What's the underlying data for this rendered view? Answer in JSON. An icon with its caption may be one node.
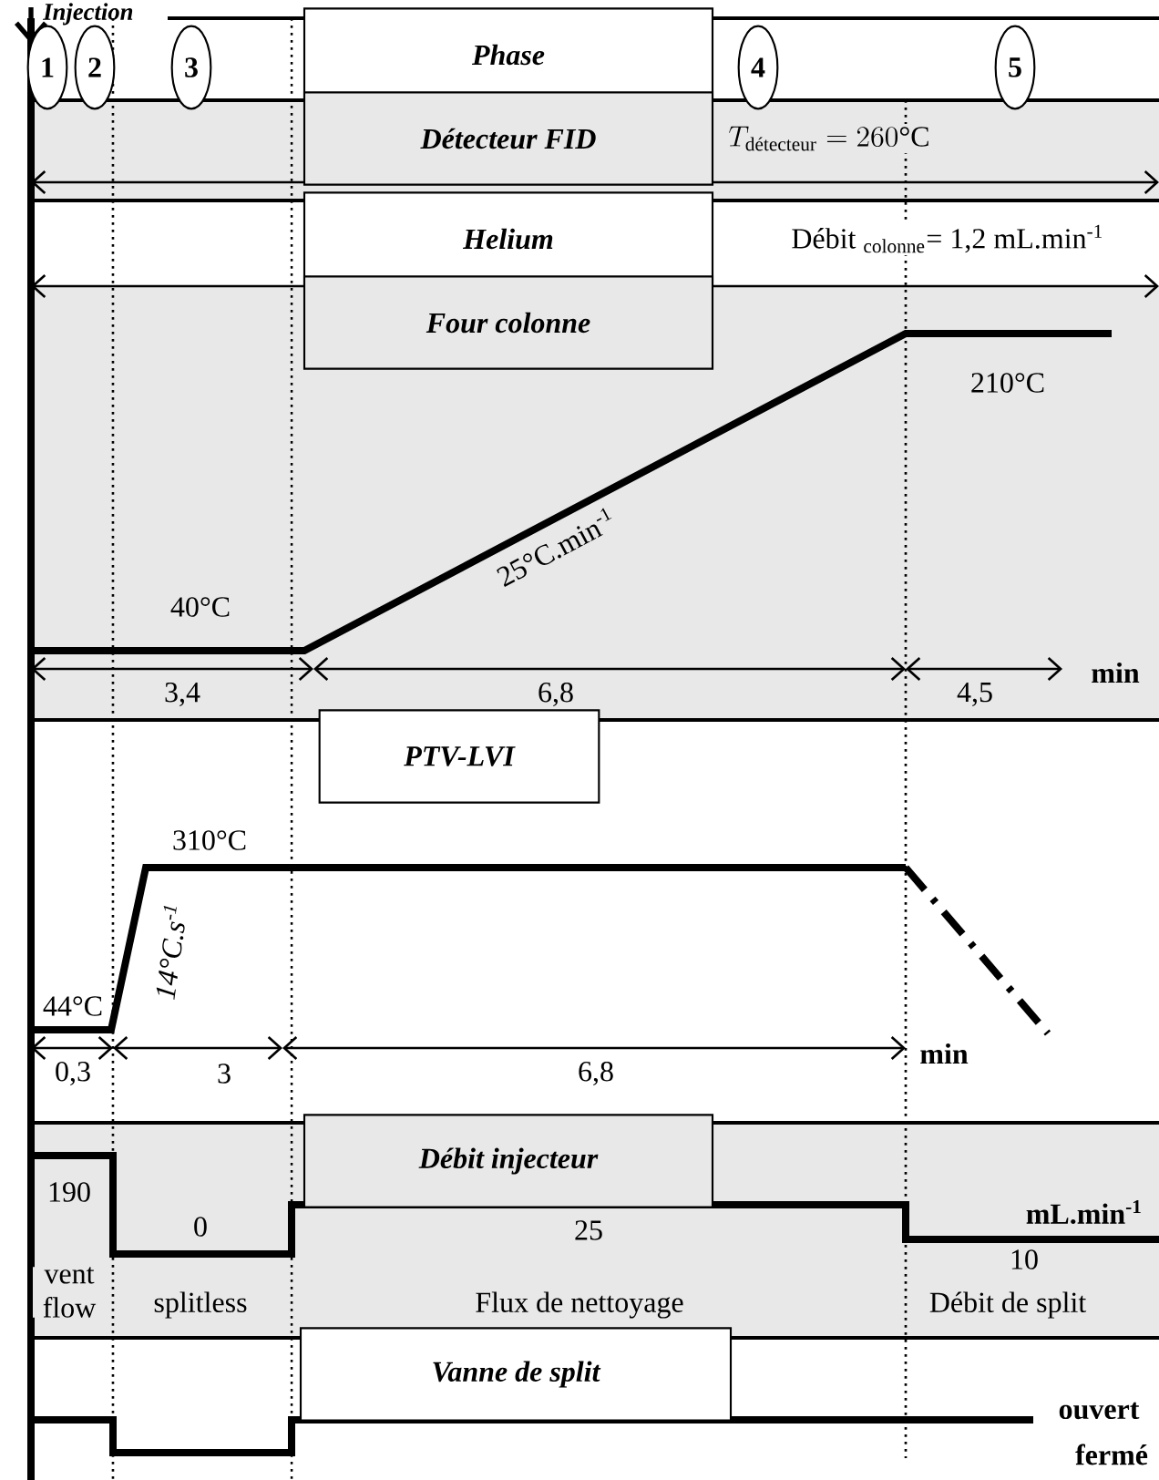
{
  "diagram": {
    "nodes": [
      {
        "text": [
          "1"
        ]
      },
      {
        "text": [
          "2"
        ]
      },
      {
        "text": [
          "3"
        ]
      },
      {
        "text": [
          "Phase"
        ]
      },
      {
        "text": [
          "4"
        ]
      },
      {
        "text": [
          "5"
        ]
      },
      {
        "text": [
          "Détecteur FID"
        ]
      },
      {
        "text": [
          "Helium"
        ]
      },
      {
        "text": [
          "Four colonne"
        ]
      },
      {
        "text": [
          "PTV-LVI"
        ]
      },
      {
        "text": [
          "Débit injecteur"
        ]
      },
      {
        "text": [
          "Vanne de split"
        ]
      }
    ],
    "labels": [
      "Injection",
      "T_{\\text{détecteur}} = 260\\text{°C}",
      "Débit $_{colonne}$= 1,2 mL.min$^{-1}$",
      "210°C",
      "25°C.min$^{-1}$",
      "40°C",
      "3,4",
      "6,8",
      "4,5",
      "min",
      "310°C",
      "14°C.s$^{-1}$",
      "44°C",
      "0,3",
      "3",
      "6,8",
      "min",
      "190",
      "0",
      "25",
      "mL.min$^{-1}$",
      "10",
      "vent flow",
      "splitless",
      "Flux de nettoyage",
      "Débit de split",
      "ouvert",
      "fermé"
    ]
  }
}
